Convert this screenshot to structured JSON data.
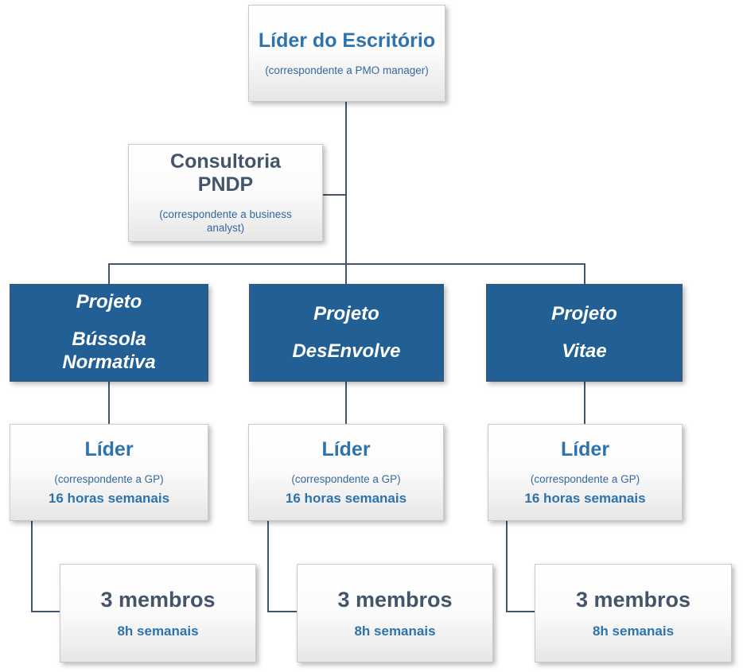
{
  "colors": {
    "project_box_fill": "#215F94",
    "primary_blue_text": "#2E73AC",
    "secondary_blue_text": "#35689E",
    "dark_slate_text": "#44546A",
    "connector": "#44546A",
    "white_box_border": "#C9C9C9"
  },
  "chart": {
    "office_leader": {
      "title": "Líder do Escritório",
      "subtitle": "(correspondente a PMO manager)"
    },
    "consultancy": {
      "title": "Consultoria PNDP",
      "subtitle": "(correspondente a business analyst)"
    },
    "projects": [
      {
        "label_prefix": "Projeto",
        "name": "Bússola Normativa"
      },
      {
        "label_prefix": "Projeto",
        "name": "DesEnvolve"
      },
      {
        "label_prefix": "Projeto",
        "name": "Vitae"
      }
    ],
    "leaders": [
      {
        "title": "Líder",
        "subtitle": "(correspondente a GP)",
        "hours": "16 horas semanais"
      },
      {
        "title": "Líder",
        "subtitle": "(correspondente a GP)",
        "hours": "16 horas semanais"
      },
      {
        "title": "Líder",
        "subtitle": "(correspondente a GP)",
        "hours": "16 horas semanais"
      }
    ],
    "teams": [
      {
        "title": "3 membros",
        "hours": "8h semanais"
      },
      {
        "title": "3 membros",
        "hours": "8h semanais"
      },
      {
        "title": "3 membros",
        "hours": "8h semanais"
      }
    ]
  }
}
